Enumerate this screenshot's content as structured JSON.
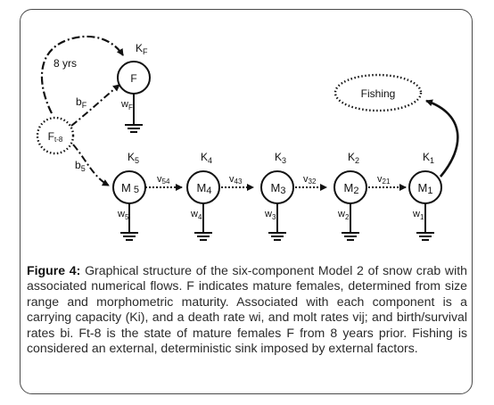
{
  "diagram": {
    "nodes": {
      "F": {
        "label": "F",
        "capacity": "K",
        "capacity_sub": "F",
        "death": "w",
        "death_sub": "F"
      },
      "Ft8": {
        "label": "F",
        "label_sub": "t-8"
      },
      "M5": {
        "label": "M",
        "label_sub": "5",
        "capacity": "K",
        "capacity_sub": "5",
        "death": "w",
        "death_sub": "5"
      },
      "M4": {
        "label": "M",
        "label_sub": "4",
        "capacity": "K",
        "capacity_sub": "4",
        "death": "w",
        "death_sub": "4"
      },
      "M3": {
        "label": "M",
        "label_sub": "3",
        "capacity": "K",
        "capacity_sub": "3",
        "death": "w",
        "death_sub": "3"
      },
      "M2": {
        "label": "M",
        "label_sub": "2",
        "capacity": "K",
        "capacity_sub": "2",
        "death": "w",
        "death_sub": "2"
      },
      "M1": {
        "label": "M",
        "label_sub": "1",
        "capacity": "K",
        "capacity_sub": "1",
        "death": "w",
        "death_sub": "1"
      },
      "Fishing": {
        "label": "Fishing"
      }
    },
    "flows": {
      "lag": "8 yrs",
      "bF": {
        "main": "b",
        "sub": "F"
      },
      "b5": {
        "main": "b",
        "sub": "5"
      },
      "v54": {
        "main": "v",
        "sub": "54"
      },
      "v43": {
        "main": "v",
        "sub": "43"
      },
      "v32": {
        "main": "v",
        "sub": "32"
      },
      "v21": {
        "main": "v",
        "sub": "21"
      }
    }
  },
  "caption": {
    "label": "Figure 4:",
    "text": " Graphical structure of the six-component Model 2 of snow crab with associated numerical flows. F indicates mature females, determined from size range and morphometric maturity. Associated with each component is a carrying capacity (Ki), and a death rate wi, and molt rates vij; and birth/survival rates bi. Ft-8 is the state of mature females F from 8 years prior. Fishing is considered an external, deterministic sink imposed by external factors."
  }
}
